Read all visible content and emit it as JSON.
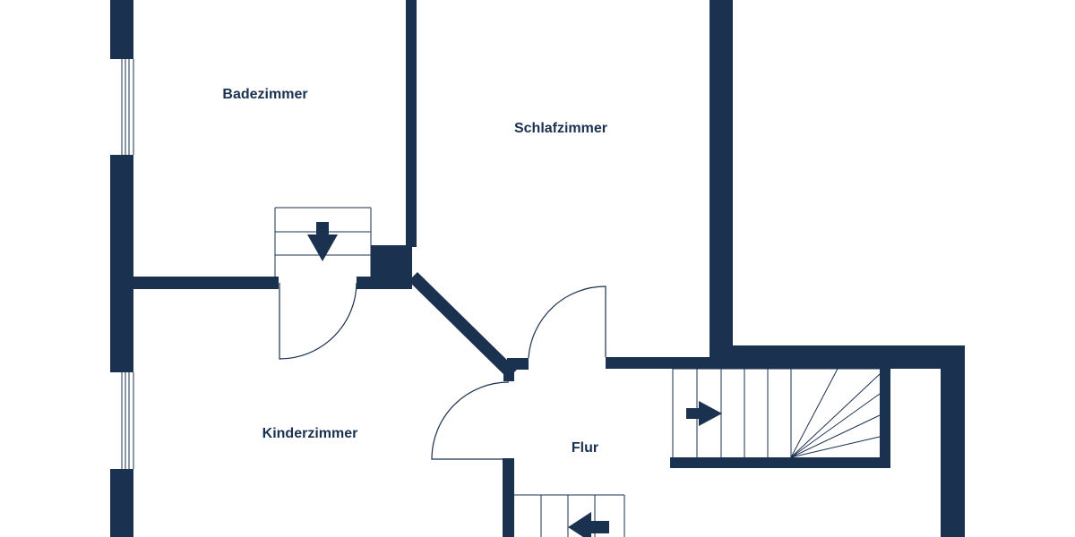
{
  "floorplan": {
    "rooms": {
      "bathroom": "Badezimmer",
      "bedroom": "Schlafzimmer",
      "kids_room": "Kinderzimmer",
      "hallway": "Flur"
    },
    "colors": {
      "wall": "#1a3150",
      "stair_line": "#1a3150",
      "background": "#ffffff"
    },
    "icons": [
      "stair-arrow-down-icon",
      "stair-arrow-right-icon",
      "stair-arrow-left-icon"
    ]
  }
}
